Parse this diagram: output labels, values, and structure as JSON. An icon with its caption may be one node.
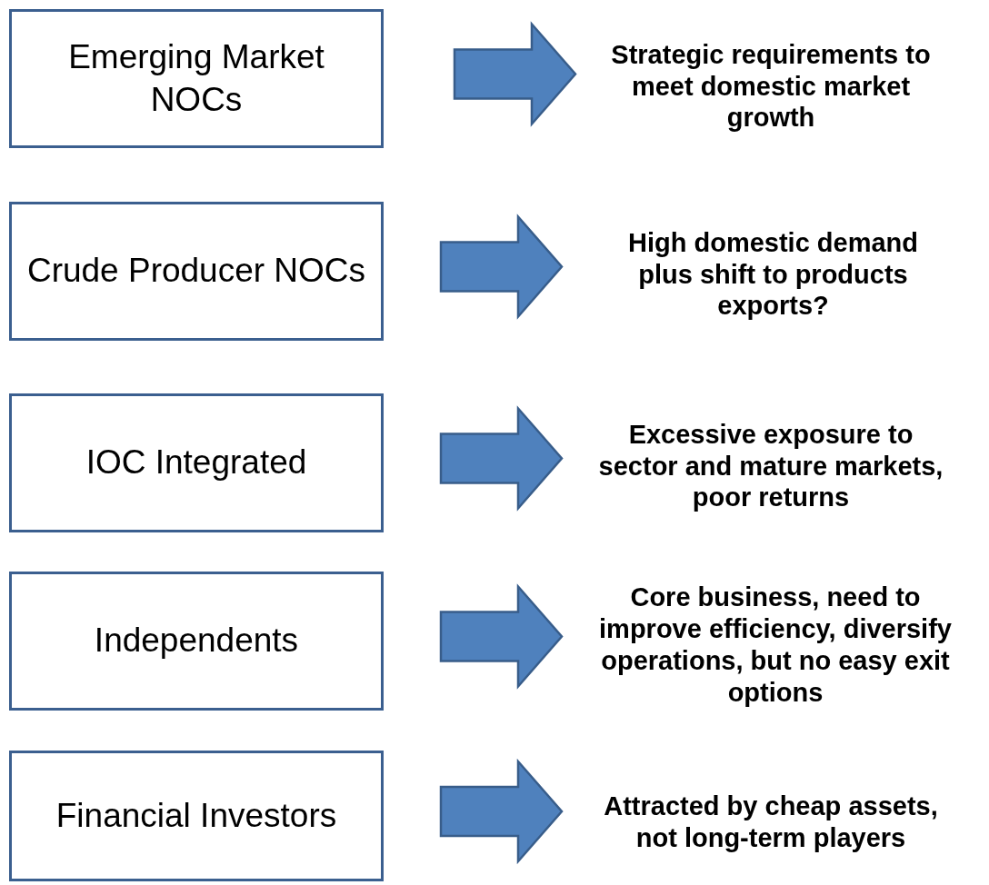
{
  "diagram": {
    "nodes": [
      {
        "text": [
          "Emerging Market NOCs"
        ]
      },
      {
        "text": [
          "Strategic requirements to meet domestic market growth"
        ]
      },
      {
        "text": [
          "Crude Producer NOCs"
        ]
      },
      {
        "text": [
          "High domestic demand plus shift to products exports?"
        ]
      },
      {
        "text": [
          "IOC Integrated"
        ]
      },
      {
        "text": [
          "Excessive exposure to sector and mature markets, poor returns"
        ]
      },
      {
        "text": [
          "Independents"
        ]
      },
      {
        "text": [
          "Core business, need to improve efficiency, diversify operations, but no easy exit options"
        ]
      },
      {
        "text": [
          "Financial Investors"
        ]
      },
      {
        "text": [
          "Attracted by cheap assets, not long-term players"
        ]
      }
    ],
    "edges": [
      {
        "from": 0,
        "to": 1,
        "arrow": "to",
        "style": "thick"
      },
      {
        "from": 2,
        "to": 3,
        "arrow": "to",
        "style": "thick"
      },
      {
        "from": 4,
        "to": 5,
        "arrow": "to",
        "style": "thick"
      },
      {
        "from": 6,
        "to": 7,
        "arrow": "to",
        "style": "thick"
      },
      {
        "from": 8,
        "to": 9,
        "arrow": "to",
        "style": "thick"
      }
    ]
  }
}
